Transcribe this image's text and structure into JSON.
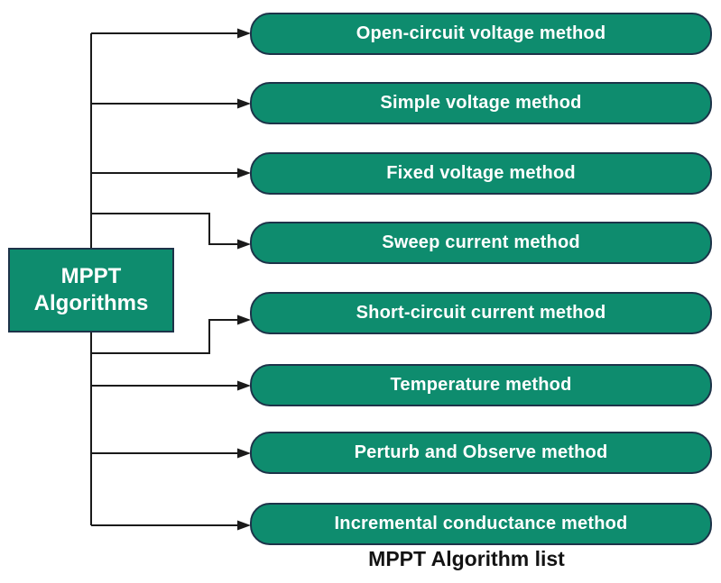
{
  "root": {
    "line1": "MPPT",
    "line2": "Algorithms"
  },
  "methods": [
    {
      "label": "Open-circuit voltage method"
    },
    {
      "label": "Simple voltage method"
    },
    {
      "label": "Fixed voltage method"
    },
    {
      "label": "Sweep current method"
    },
    {
      "label": "Short-circuit current method"
    },
    {
      "label": "Temperature method"
    },
    {
      "label": "Perturb and Observe method"
    },
    {
      "label": "Incremental conductance method"
    }
  ],
  "caption": "MPPT Algorithm list",
  "colors": {
    "background": "#ffffff",
    "box_fill": "#0e8c6e",
    "box_border": "#1d3349",
    "box_text": "#ffffff",
    "connector": "#1a1a1a",
    "caption_text": "#131313"
  }
}
